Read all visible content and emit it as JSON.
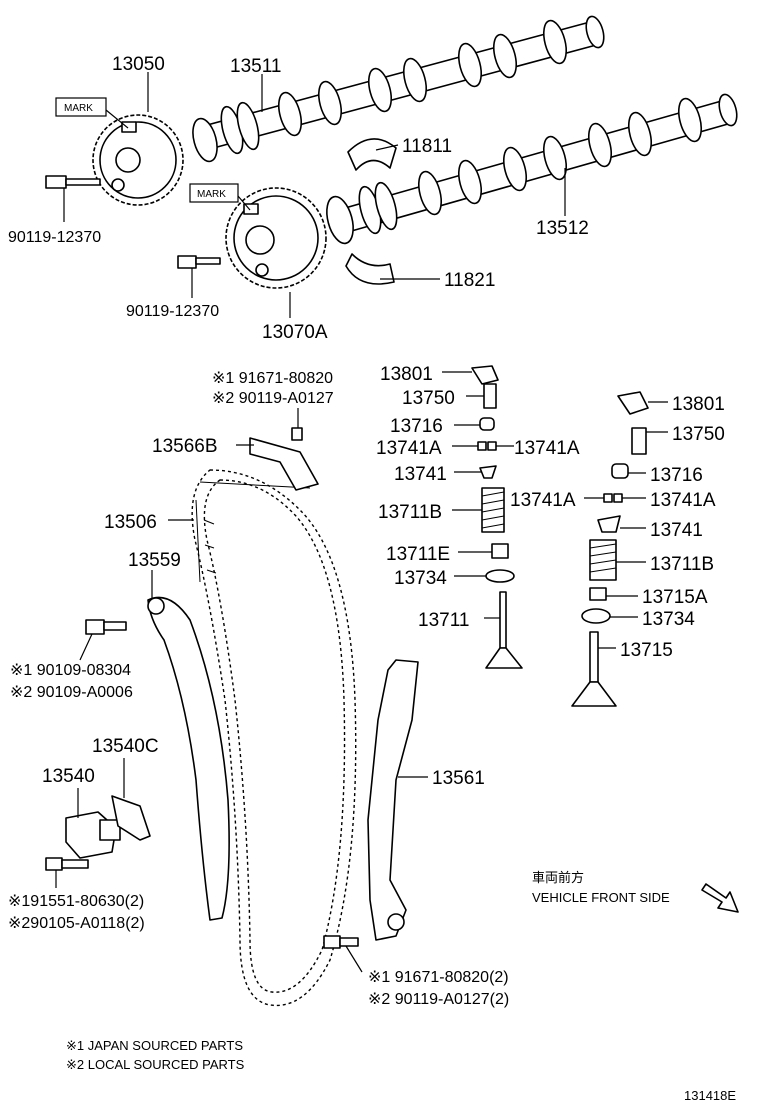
{
  "parts": {
    "p13050": "13050",
    "p13511": "13511",
    "p11811": "11811",
    "p13512": "13512",
    "p11821": "11821",
    "p13070a": "13070A",
    "bolt_a": "90119-12370",
    "bolt_b": "90119-12370",
    "mark_1": "MARK",
    "mark_2": "MARK",
    "p13566b": "13566B",
    "p13506": "13506",
    "p13559": "13559",
    "p13540c": "13540C",
    "p13540": "13540",
    "p13561": "13561",
    "left_valve": {
      "p13801": "13801",
      "p13750": "13750",
      "p13716": "13716",
      "p13741a_l": "13741A",
      "p13741a_r": "13741A",
      "p13741": "13741",
      "p13711b": "13711B",
      "p13711e": "13711E",
      "p13734": "13734",
      "p13711": "13711"
    },
    "right_valve": {
      "p13801": "13801",
      "p13750": "13750",
      "p13716": "13716",
      "p13741a_l": "13741A",
      "p13741a_r": "13741A",
      "p13741": "13741",
      "p13711b": "13711B",
      "p13715a": "13715A",
      "p13734": "13734",
      "p13715": "13715"
    }
  },
  "alt_parts": {
    "guide_bolt_1": "※1 91671-80820",
    "guide_bolt_2": "※2 90119-A0127",
    "slipper_bolt_1": "※1 90109-08304",
    "slipper_bolt_2": "※2 90109-A0006",
    "tensioner_bolt_1": "※191551-80630(2)",
    "tensioner_bolt_2": "※290105-A0118(2)",
    "damper_bolt_1": "※1 91671-80820(2)",
    "damper_bolt_2": "※2 90119-A0127(2)"
  },
  "direction": {
    "japanese": "車両前方",
    "english": "VEHICLE FRONT SIDE"
  },
  "legend": {
    "line1": "※1 JAPAN SOURCED PARTS",
    "line2": "※2 LOCAL SOURCED PARTS"
  },
  "diagram_id": "131418E"
}
